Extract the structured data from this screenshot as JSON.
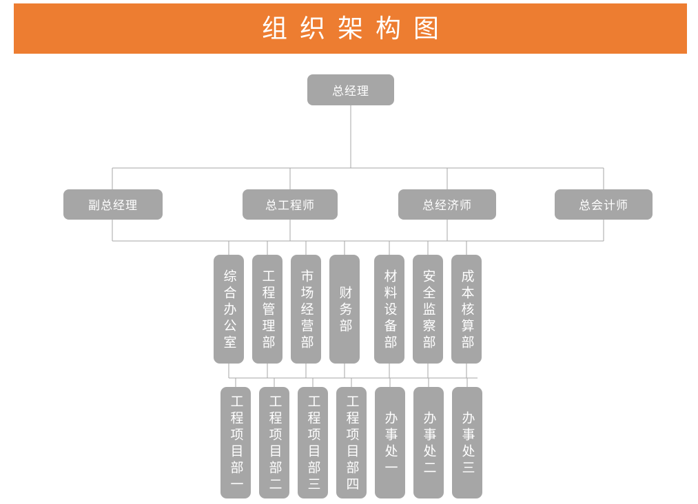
{
  "header": {
    "title": "组织架构图",
    "banner_color": "#ed7d31",
    "title_color": "#ffffff"
  },
  "theme": {
    "node_fill": "#a6a6a6",
    "node_text": "#ffffff",
    "connector_color": "#a6a6a6",
    "background": "#ffffff"
  },
  "chart_data": {
    "type": "diagram",
    "diagram_kind": "organization-chart",
    "title": "组织架构图",
    "orientation": "top-down",
    "levels": [
      {
        "level": 1,
        "nodes": [
          {
            "id": "gm",
            "label": "总经理",
            "text_direction": "horizontal"
          }
        ]
      },
      {
        "level": 2,
        "nodes": [
          {
            "id": "l2-0",
            "label": "副总经理",
            "text_direction": "horizontal",
            "parent": "gm"
          },
          {
            "id": "l2-1",
            "label": "总工程师",
            "text_direction": "horizontal",
            "parent": "gm"
          },
          {
            "id": "l2-2",
            "label": "总经济师",
            "text_direction": "horizontal",
            "parent": "gm"
          },
          {
            "id": "l2-3",
            "label": "总会计师",
            "text_direction": "horizontal",
            "parent": "gm"
          }
        ]
      },
      {
        "level": 3,
        "nodes": [
          {
            "id": "d0",
            "label": "综合办公室",
            "text_direction": "vertical"
          },
          {
            "id": "d1",
            "label": "工程管理部",
            "text_direction": "vertical"
          },
          {
            "id": "d2",
            "label": "市场经营部",
            "text_direction": "vertical"
          },
          {
            "id": "d3",
            "label": "财务部",
            "text_direction": "vertical"
          },
          {
            "id": "d4",
            "label": "材料设备部",
            "text_direction": "vertical"
          },
          {
            "id": "d5",
            "label": "安全监察部",
            "text_direction": "vertical"
          },
          {
            "id": "d6",
            "label": "成本核算部",
            "text_direction": "vertical"
          }
        ]
      },
      {
        "level": 4,
        "nodes": [
          {
            "id": "u0",
            "label": "工程项目部一",
            "text_direction": "vertical"
          },
          {
            "id": "u1",
            "label": "工程项目部二",
            "text_direction": "vertical"
          },
          {
            "id": "u2",
            "label": "工程项目部三",
            "text_direction": "vertical"
          },
          {
            "id": "u3",
            "label": "工程项目部四",
            "text_direction": "vertical"
          },
          {
            "id": "u4",
            "label": "办事处一",
            "text_direction": "vertical"
          },
          {
            "id": "u5",
            "label": "办事处二",
            "text_direction": "vertical"
          },
          {
            "id": "u6",
            "label": "办事处三",
            "text_direction": "vertical"
          }
        ]
      }
    ]
  }
}
